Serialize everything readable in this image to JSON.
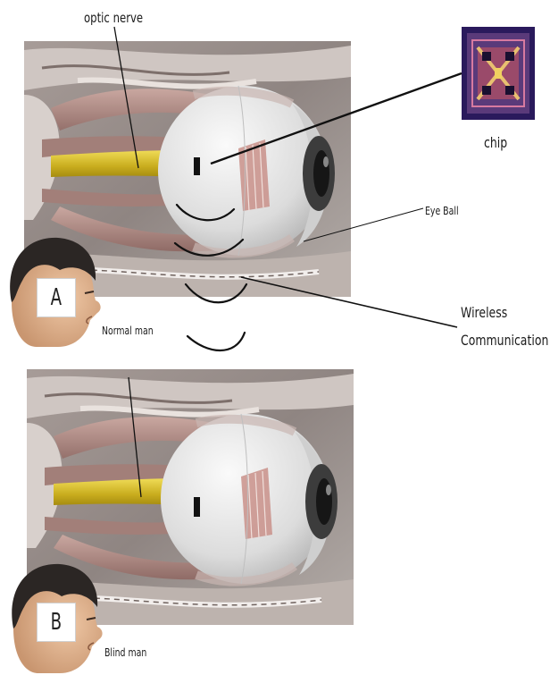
{
  "labels": {
    "optic_nerve": "optic nerve",
    "chip": "chip",
    "eye_ball": "Eye Ball",
    "wireless_line1": "Wireless",
    "wireless_line2": "Communication",
    "normal_man": "Normal man",
    "blind_man": "Blind man"
  },
  "panels": {
    "a": {
      "letter": "A"
    },
    "b": {
      "letter": "B"
    }
  },
  "colors": {
    "optic_nerve": "#d9c12a",
    "muscle": "#b08c86",
    "eyeball": "#e4e4e4",
    "chip_border": "#2a1a5c",
    "skin": "#e2b48f",
    "hair": "#2b2624"
  }
}
